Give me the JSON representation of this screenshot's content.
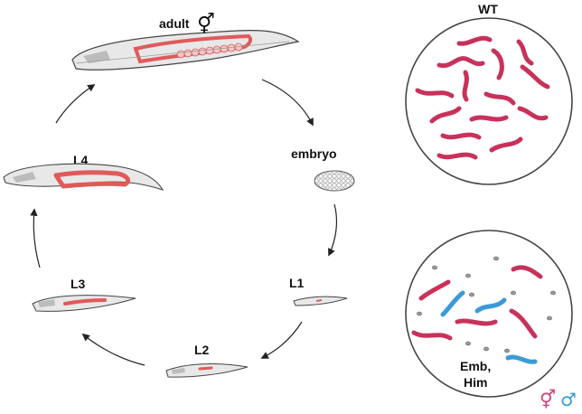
{
  "stages": {
    "adult": "adult",
    "embryo": "embryo",
    "l1": "L1",
    "l2": "L2",
    "l3": "L3",
    "l4": "L4"
  },
  "symbols": {
    "hermaphrodite": "⚥",
    "male": "♂"
  },
  "plates": {
    "wt_label": "WT",
    "mutant_label_line1": "Emb,",
    "mutant_label_line2": "Him"
  },
  "colors": {
    "worm_red": "#c8325a",
    "worm_blue": "#3b9ad6",
    "gonad_red": "#e05a5a",
    "body_gray": "#e8e8e8",
    "outline": "#444444",
    "hermaphrodite_symbol": "#d2407a",
    "male_symbol": "#3b9ad6"
  }
}
